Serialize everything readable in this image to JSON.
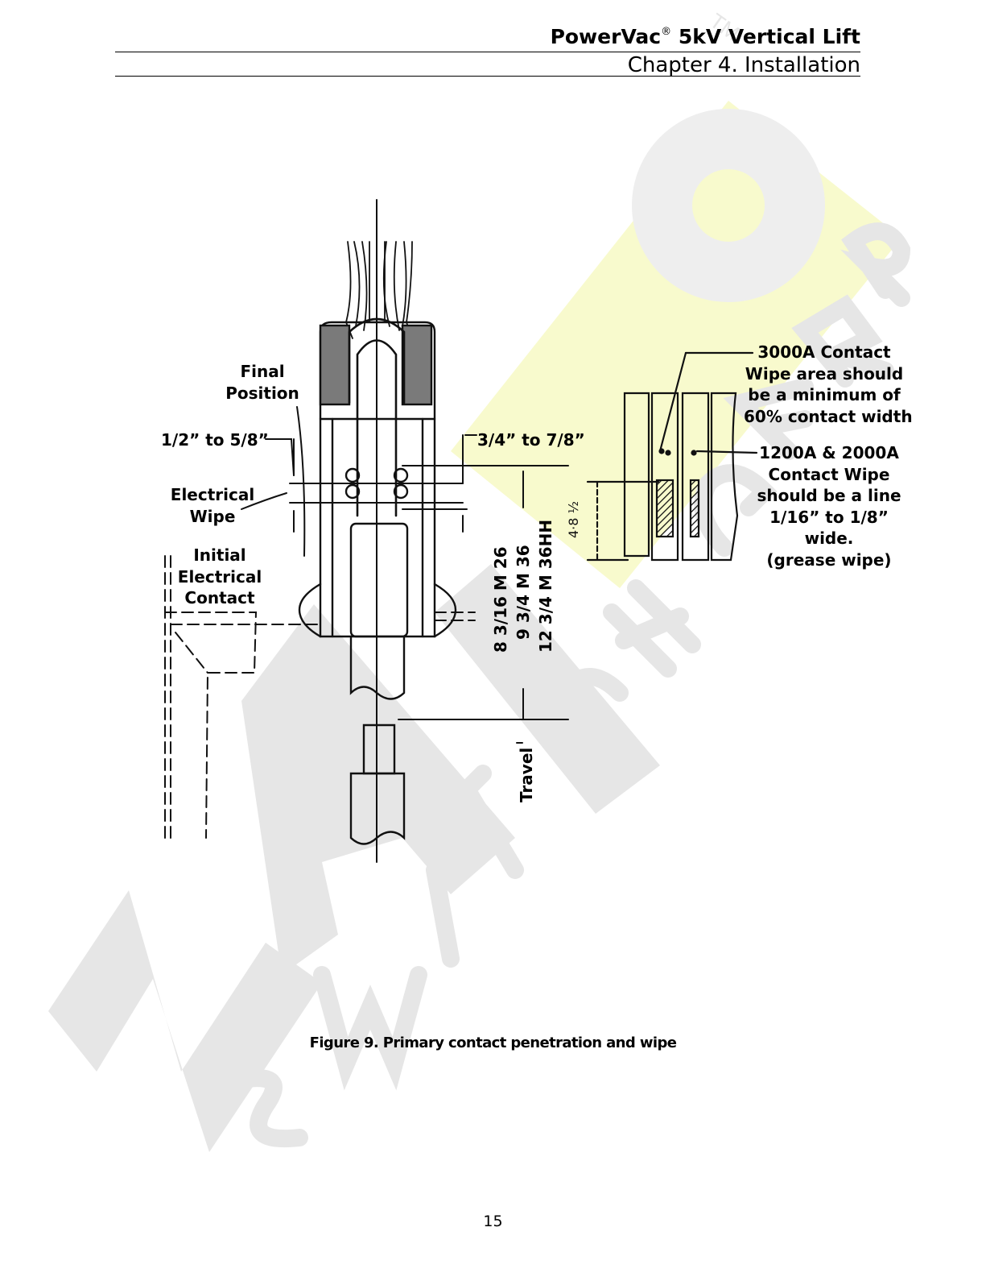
{
  "header": {
    "product": "PowerVac",
    "registered_mark": "®",
    "product_suffix": "5kV Vertical Lift",
    "chapter": "Chapter 4.  Installation"
  },
  "figure": {
    "labels": {
      "final_position": [
        "Final",
        "Position"
      ],
      "half_to_five_eighths": "1/2” to 5/8”",
      "electrical_wipe": [
        "Electrical",
        "Wipe"
      ],
      "initial_electrical_contact": [
        "Initial",
        "Electrical",
        "Contact"
      ],
      "three_quarter_to_seven_eighths": "3/4” to 7/8”",
      "breaker_models": [
        "8 3/16 M 26",
        "9 3/4 M 36",
        "12 3/4 M 36HH"
      ],
      "travel": "Travel",
      "wipe_3000a": [
        "3000A Contact",
        "Wipe area should",
        "be a minimum of",
        "60% contact width"
      ],
      "wipe_1200a_2000a": [
        "1200A & 2000A",
        "Contact Wipe",
        "should be a line",
        "1/16” to 1/8”",
        "wide.",
        "(grease wipe)"
      ]
    }
  },
  "caption": "Figure 9. Primary contact penetration and wipe",
  "page_number": "15",
  "watermark": {
    "brand_letters": "NAL",
    "company_letters": "SWITCHGEAR",
    "trademark": "TM",
    "gray": "#e6e6e6",
    "accent": "#f8facd"
  }
}
